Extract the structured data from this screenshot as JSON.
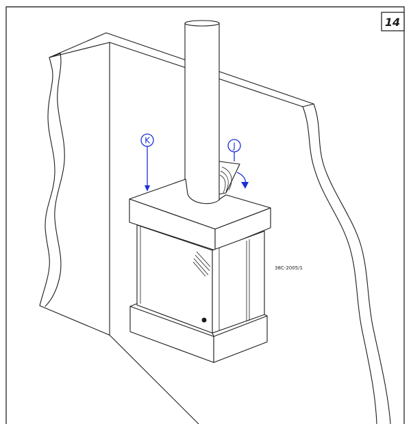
{
  "figure": {
    "number": "14"
  },
  "callouts": [
    {
      "letter": "K"
    },
    {
      "letter": "J"
    }
  ],
  "reference_code": "38C-2005/1",
  "colors": {
    "callout": "#1a2fd8",
    "lines": "#1a1a1a"
  }
}
